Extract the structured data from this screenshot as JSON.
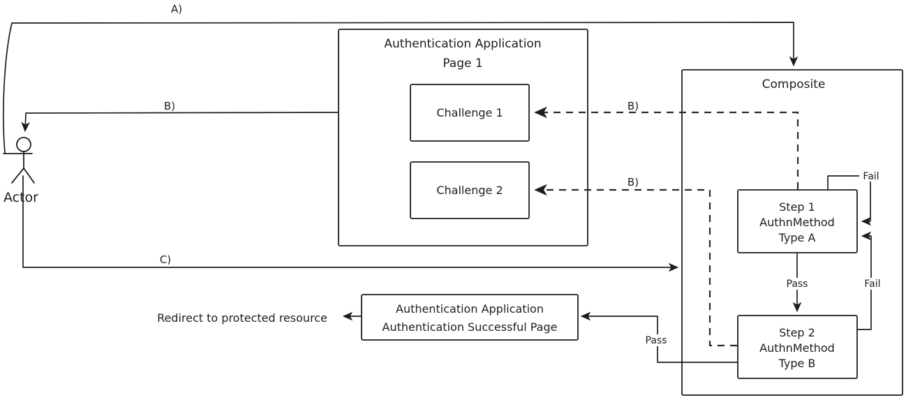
{
  "colors": {
    "stroke": "#1d1d1d",
    "background": "#ffffff"
  },
  "actor": {
    "label": "Actor"
  },
  "nodes": {
    "page1": {
      "line1": "Authentication Application",
      "line2": "Page 1"
    },
    "challenge1": {
      "label": "Challenge 1"
    },
    "challenge2": {
      "label": "Challenge 2"
    },
    "composite": {
      "label": "Composite"
    },
    "step1": {
      "line1": "Step 1",
      "line2": "AuthnMethod",
      "line3": "Type A"
    },
    "step2": {
      "line1": "Step 2",
      "line2": "AuthnMethod",
      "line3": "Type B"
    },
    "success": {
      "line1": "Authentication Application",
      "line2": "Authentication Successful Page"
    }
  },
  "labels": {
    "a": "A)",
    "b_actor": "B)",
    "b_challenge1": "B)",
    "b_challenge2": "B)",
    "c": "C)",
    "fail_top": "Fail",
    "fail_right": "Fail",
    "pass_steps": "Pass",
    "pass_success": "Pass",
    "redirect": "Redirect to protected resource"
  }
}
